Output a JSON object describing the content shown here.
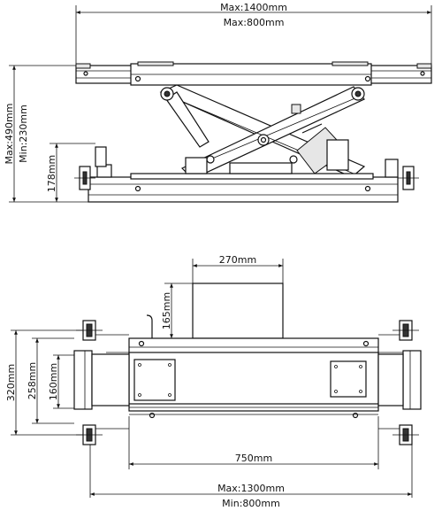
{
  "side_view": {
    "dims": {
      "max_width": "Max:1400mm",
      "max_width_sub": "Max:800mm",
      "max_height": "Max:490mm",
      "min_height": "Min:230mm",
      "base_height": "178mm"
    }
  },
  "top_view": {
    "dims": {
      "block_width": "270mm",
      "block_height": "165mm",
      "outer_width": "320mm",
      "mid_width": "258mm",
      "inner_width": "160mm",
      "frame_length": "750mm",
      "max_length": "Max:1300mm",
      "min_length": "Min:800mm"
    }
  },
  "colors": {
    "line": "#111111",
    "background": "#ffffff"
  }
}
